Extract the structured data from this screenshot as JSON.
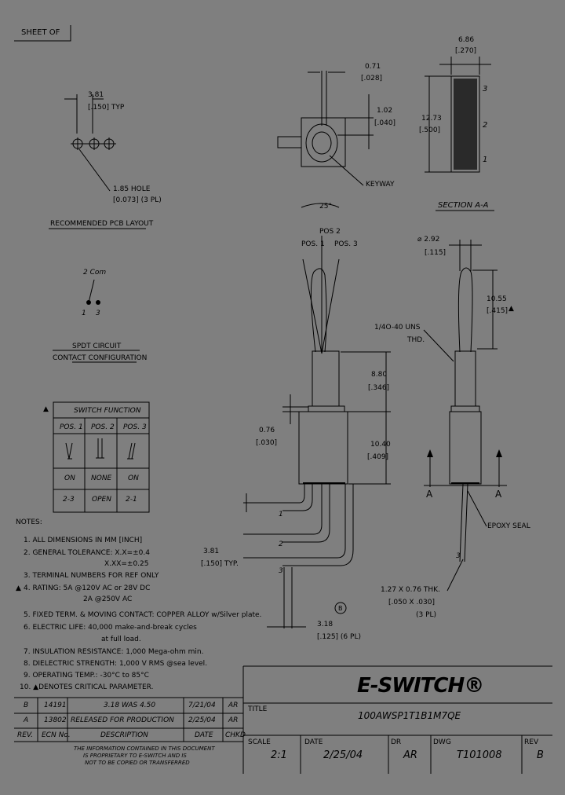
{
  "sheet": "SHEET OF",
  "pcb": {
    "pitch": "3.81",
    "pitch_in": "[.150] TYP",
    "hole": "1.85 HOLE",
    "hole_in": "[0.073] (3 PL)",
    "title": "RECOMMENDED PCB LAYOUT"
  },
  "circuit": {
    "com": "2 Com",
    "pin1": "1",
    "pin3": "3",
    "title1": "SPDT CIRCUIT",
    "title2": "CONTACT CONFIGURATION"
  },
  "function_table": {
    "title": "SWITCH FUNCTION",
    "headers": [
      "POS. 1",
      "POS. 2",
      "POS. 3"
    ],
    "states": [
      "ON",
      "NONE",
      "ON"
    ],
    "contacts": [
      "2-3",
      "OPEN",
      "2-1"
    ]
  },
  "dims": {
    "d071": "0.71",
    "d071_in": "[.028]",
    "d102": "1.02",
    "d102_in": "[.040]",
    "keyway": "KEYWAY",
    "angle": "25°",
    "pos2": "POS 2",
    "pos1": "POS. 1",
    "pos3": "POS. 3",
    "d880": "8.80",
    "d880_in": "[.346]",
    "d076": "0.76",
    "d076_in": "[.030]",
    "d1040": "10.40",
    "d1040_in": "[.409]",
    "t1": "1",
    "t2": "2",
    "t3": "3",
    "d381": "3.81",
    "d381_in": "[.150] TYP.",
    "d318": "3.18",
    "d318_in": "[.125] (6 PL)",
    "b_mark": "B",
    "d686": "6.86",
    "d686_in": "[.270]",
    "d1273": "12.73",
    "d1273_in": "[.500]",
    "s1": "1",
    "s2": "2",
    "s3": "3",
    "section": "SECTION A-A",
    "d292": "⌀ 2.92",
    "d292_in": "[.115]",
    "d1055": "10.55",
    "d1055_in": "[.415]",
    "thread": "1/4O-40 UNS",
    "thread2": "THD.",
    "a1": "A",
    "a2": "A",
    "epoxy": "EPOXY SEAL",
    "r3": "3",
    "term": "1.27 X 0.76 THK.",
    "term_in": "[.050 X .030]",
    "term_pl": "(3 PL)"
  },
  "notes": {
    "title": "NOTES:",
    "items": [
      "1. ALL DIMENSIONS IN MM [INCH]",
      "2. GENERAL TOLERANCE: X.X=±0.4",
      "X.XX=±0.25",
      "3. TERMINAL NUMBERS FOR REF ONLY",
      "4. RATING: 5A @120V AC or 28V DC",
      "2A @250V AC",
      "5. FIXED TERM. & MOVING CONTACT: COPPER ALLOY w/Silver plate.",
      "6. ELECTRIC LIFE: 40,000 make-and-break cycles",
      "at full load.",
      "7. INSULATION RESISTANCE: 1,000 Mega-ohm min.",
      "8. DIELECTRIC STRENGTH: 1,000 V RMS @sea level.",
      "9. OPERATING TEMP.: -30°C to 85°C",
      "10. ▲DENOTES CRITICAL PARAMETER."
    ]
  },
  "revisions": [
    {
      "rev": "B",
      "ecn": "14191",
      "desc": "3.18 WAS 4.50",
      "date": "7/21/04",
      "by": "AR"
    },
    {
      "rev": "A",
      "ecn": "13802",
      "desc": "RELEASED FOR PRODUCTION",
      "date": "2/25/04",
      "by": "AR"
    }
  ],
  "rev_headers": {
    "rev": "REV.",
    "ecn": "ECN No.",
    "desc": "DESCRIPTION",
    "date": "DATE",
    "by": "CHKD"
  },
  "disclaimer": [
    "THE INFORMATION CONTAINED IN THIS DOCUMENT",
    "IS PROPRIETARY TO E-SWITCH AND IS",
    "NOT TO BE COPIED OR TRANSFERRED"
  ],
  "title_block": {
    "logo": "E-SWITCH®",
    "title_label": "TITLE",
    "title": "100AWSP1T1B1M7QE",
    "scale_label": "SCALE",
    "scale": "2:1",
    "date_label": "DATE",
    "date": "2/25/04",
    "dr_label": "DR",
    "dr": "AR",
    "dwg_label": "DWG",
    "dwg": "T101008",
    "rev_label": "REV",
    "rev": "B"
  }
}
